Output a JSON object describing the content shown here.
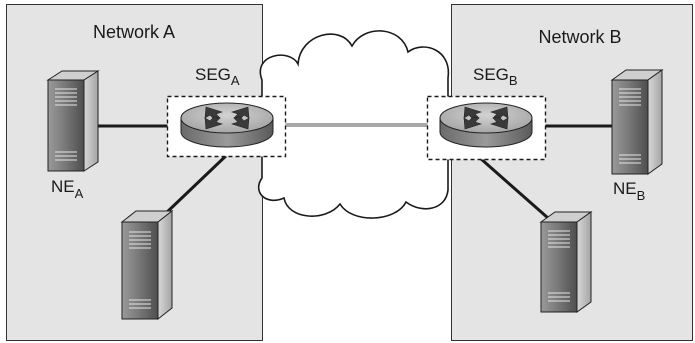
{
  "network_a": {
    "title": "Network A"
  },
  "network_b": {
    "title": "Network B"
  },
  "seg_a": {
    "main": "SEG",
    "sub": "A"
  },
  "seg_b": {
    "main": "SEG",
    "sub": "B"
  },
  "ne_a": {
    "main": "NE",
    "sub": "A"
  },
  "ne_b": {
    "main": "NE",
    "sub": "B"
  },
  "colors": {
    "panel_fill": "#e4e4e4",
    "server_dark": "#6f6f6f",
    "router_top": "#b8b8b8",
    "tunnel": "#a8a8a8"
  }
}
